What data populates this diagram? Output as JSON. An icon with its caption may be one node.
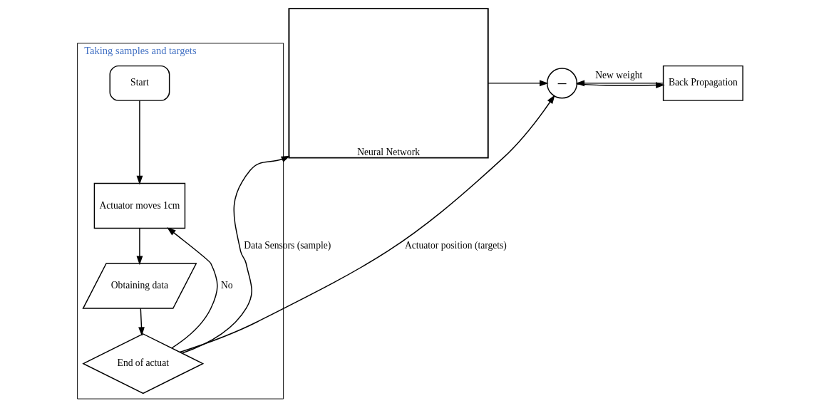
{
  "diagram": {
    "nodes": [
      {
        "text": [
          "Taking samples and targets"
        ]
      },
      {
        "text": [
          "Start"
        ],
        "in": 0
      },
      {
        "text": [
          "Actuator moves 1cm"
        ],
        "in": 0
      },
      {
        "text": [
          "Obtaining data"
        ],
        "in": 0
      },
      {
        "text": [
          "End of actuat"
        ],
        "in": 0
      },
      {
        "text": [
          "Neural Network"
        ]
      },
      {
        "text": [
          "–"
        ]
      },
      {
        "text": [
          "Back Propagation"
        ]
      }
    ],
    "edges": [
      {
        "from": 1,
        "to": 2,
        "arrow": "to"
      },
      {
        "from": 2,
        "to": 3,
        "arrow": "to"
      },
      {
        "from": 3,
        "to": 4,
        "arrow": "to"
      },
      {
        "from": 4,
        "to": 2,
        "label": "No",
        "arrow": "to"
      },
      {
        "from": 4,
        "to": 5,
        "label": "Data Sensors (sample)",
        "arrow": "to"
      },
      {
        "from": 4,
        "to": 6,
        "label": "Actuator position (targets)",
        "arrow": "to"
      },
      {
        "from": 5,
        "to": 6,
        "arrow": "to"
      },
      {
        "from": 6,
        "to": 7,
        "arrow": "to"
      },
      {
        "from": 7,
        "to": 6,
        "label": "New weight",
        "arrow": "to"
      }
    ]
  }
}
